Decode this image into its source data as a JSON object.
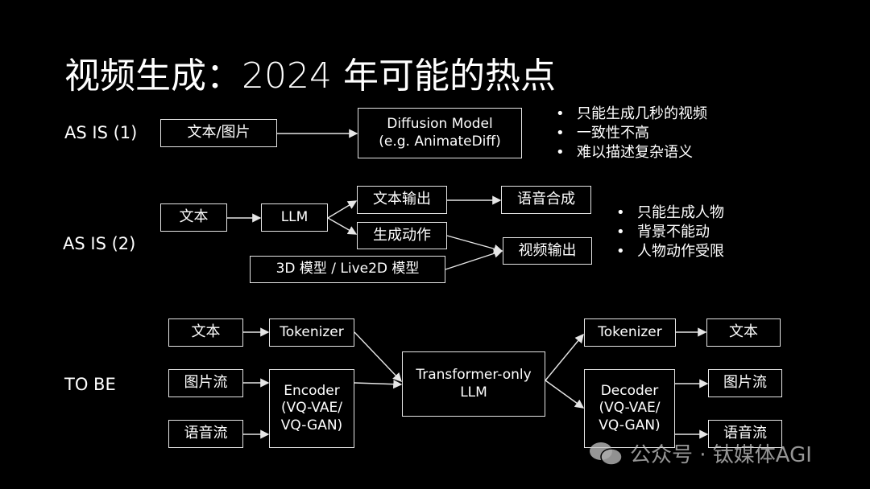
{
  "title": "视频生成：2024 年可能的热点",
  "as_is_1": {
    "label": "AS IS (1)",
    "input": "文本/图片",
    "model_line1": "Diffusion Model",
    "model_line2": "(e.g. AnimateDiff)",
    "bullets": [
      "只能生成几秒的视频",
      "一致性不高",
      "难以描述复杂语义"
    ]
  },
  "as_is_2": {
    "label": "AS IS (2)",
    "input": "文本",
    "llm": "LLM",
    "text_output": "文本输出",
    "speech_synthesis": "语音合成",
    "generate_motion": "生成动作",
    "video_output": "视频输出",
    "model_3d": "3D 模型 / Live2D 模型",
    "bullets": [
      "只能生成人物",
      "背景不能动",
      "人物动作受限"
    ]
  },
  "to_be": {
    "label": "TO BE",
    "in_text": "文本",
    "in_image": "图片流",
    "in_audio": "语音流",
    "tokenizer_in": "Tokenizer",
    "encoder": [
      "Encoder",
      "(VQ-VAE/",
      "VQ-GAN)"
    ],
    "transformer": [
      "Transformer-only",
      "LLM"
    ],
    "tokenizer_out": "Tokenizer",
    "decoder": [
      "Decoder",
      "(VQ-VAE/",
      "VQ-GAN)"
    ],
    "out_text": "文本",
    "out_image": "图片流",
    "out_audio": "语音流"
  },
  "watermark": "公众号 · 钛媒体AGI"
}
